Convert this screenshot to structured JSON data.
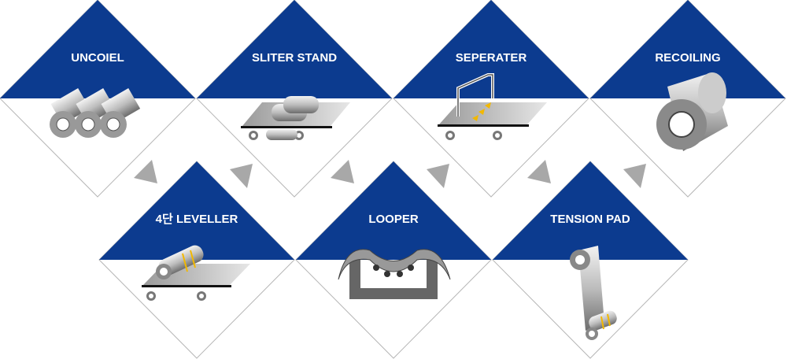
{
  "colors": {
    "navy": "#0c3b8f",
    "outline": "#b5b5b5",
    "arrow": "#a8a8a8"
  },
  "steps": [
    {
      "label": "UNCOIEL",
      "icon": "coils-icon"
    },
    {
      "label": "SLITER STAND",
      "icon": "slitter-icon"
    },
    {
      "label": "SEPERATER",
      "icon": "separator-icon"
    },
    {
      "label": "RECOILING",
      "icon": "recoil-icon"
    },
    {
      "label": "4단 LEVELLER",
      "icon": "leveller-icon"
    },
    {
      "label": "LOOPER",
      "icon": "looper-icon"
    },
    {
      "label": "TENSION PAD",
      "icon": "tension-pad-icon"
    }
  ]
}
